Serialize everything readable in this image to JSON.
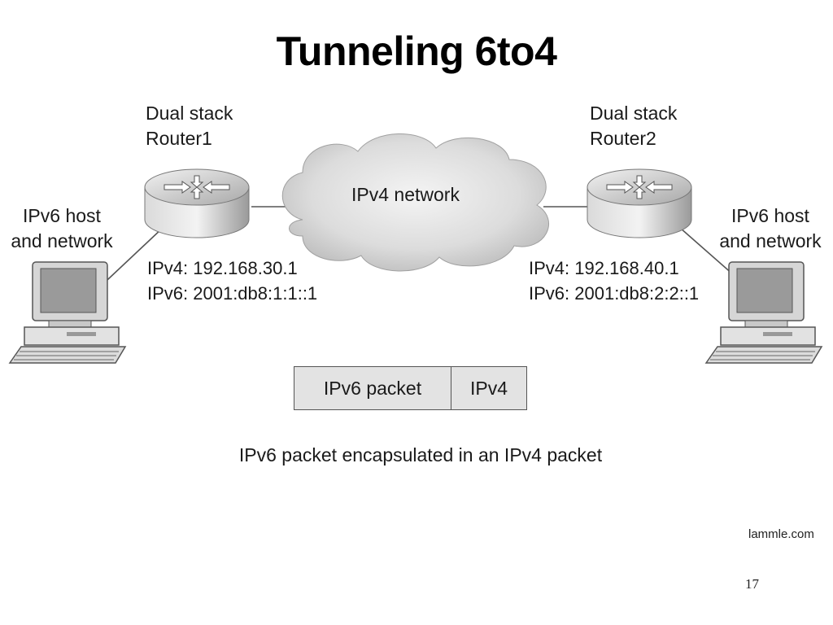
{
  "title": "Tunneling 6to4",
  "router1": {
    "label_line1": "Dual stack",
    "label_line2": "Router1",
    "ipv4": "IPv4: 192.168.30.1",
    "ipv6": "IPv6: 2001:db8:1:1::1"
  },
  "router2": {
    "label_line1": "Dual stack",
    "label_line2": "Router2",
    "ipv4": "IPv4: 192.168.40.1",
    "ipv6": "IPv6: 2001:db8:2:2::1"
  },
  "host_left": {
    "line1": "IPv6 host",
    "line2": "and network"
  },
  "host_right": {
    "line1": "IPv6 host",
    "line2": "and network"
  },
  "cloud": {
    "label": "IPv4 network"
  },
  "packet": {
    "payload": "IPv6 packet",
    "header": "IPv4"
  },
  "caption": "IPv6 packet encapsulated in an IPv4 packet",
  "credit": "lammle.com",
  "page_number": "17"
}
